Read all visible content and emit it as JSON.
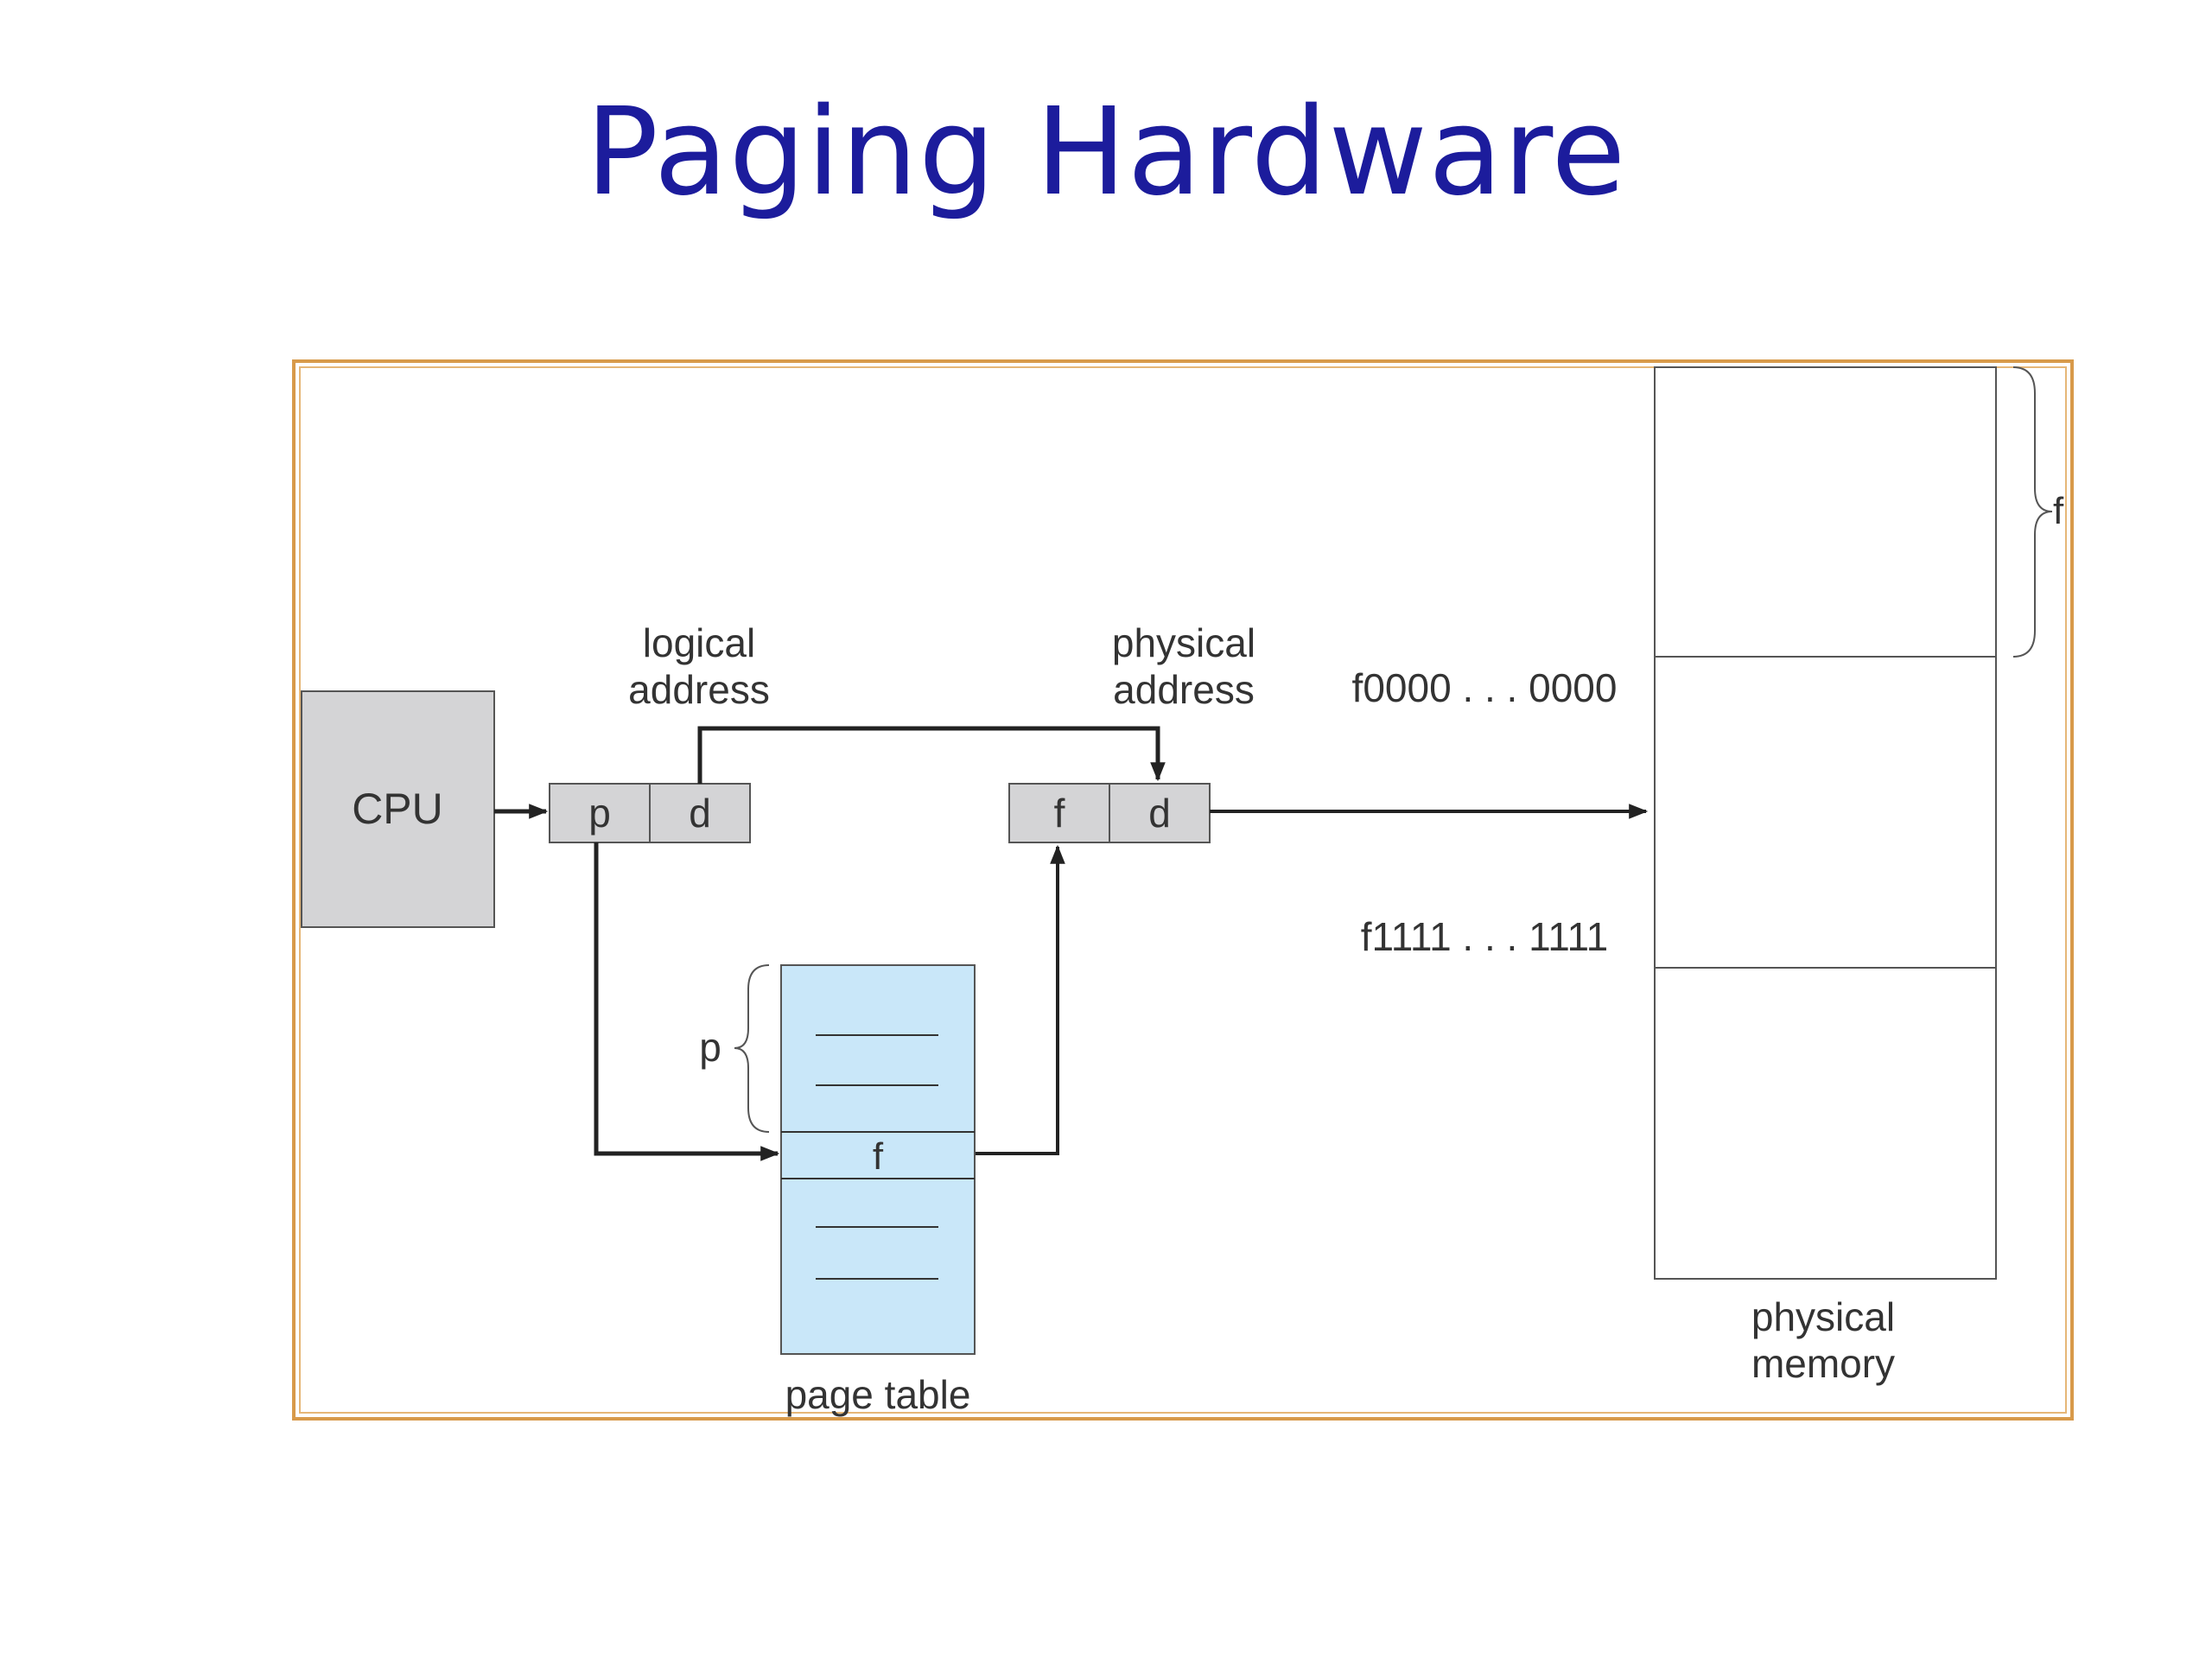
{
  "slide": {
    "title": "Paging Hardware"
  },
  "colors": {
    "title": "#1c1c9c",
    "frame": "#d89a4a",
    "box_gray": "#d4d4d6",
    "page_table_fill": "#c9e7f9",
    "line": "#222222"
  },
  "diagram": {
    "cpu_label": "CPU",
    "logical_address": {
      "line1": "logical",
      "line2": "address",
      "p": "p",
      "d": "d"
    },
    "physical_address": {
      "line1": "physical",
      "line2": "address",
      "f": "f",
      "d": "d"
    },
    "page_table": {
      "label": "page table",
      "p_brace_label": "p",
      "entry_label": "f"
    },
    "memory": {
      "label_line1": "physical",
      "label_line2": "memory",
      "frame_start": "f0000 . . . 0000",
      "frame_end": "f1111 . . . 1111",
      "brace_label": "f"
    }
  }
}
